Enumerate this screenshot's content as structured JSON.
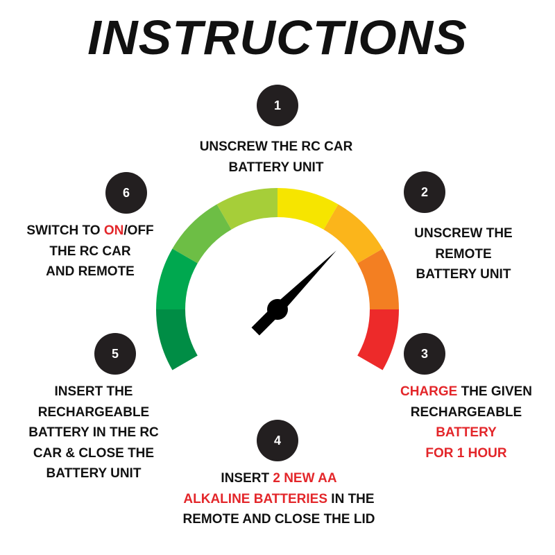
{
  "title": "INSTRUCTIONS",
  "colors": {
    "accent_red": "#e3262a",
    "gauge": [
      "#ed2a2a",
      "#f37f22",
      "#fbb51b",
      "#f6e500",
      "#a6ce39",
      "#6dbe45",
      "#00a84f",
      "#008d45"
    ]
  },
  "gauge_value_degrees": 45,
  "steps": [
    {
      "number": "1",
      "lines": [
        [
          {
            "t": "UNSCREW THE RC CAR"
          }
        ],
        [
          {
            "t": "BATTERY UNIT"
          }
        ]
      ]
    },
    {
      "number": "2",
      "lines": [
        [
          {
            "t": "UNSCREW THE"
          }
        ],
        [
          {
            "t": "REMOTE"
          }
        ],
        [
          {
            "t": "BATTERY UNIT"
          }
        ]
      ]
    },
    {
      "number": "3",
      "lines": [
        [
          {
            "t": "CHARGE",
            "red": true
          },
          {
            "t": " THE GIVEN"
          }
        ],
        [
          {
            "t": "RECHARGEABLE"
          }
        ],
        [
          {
            "t": "BATTERY",
            "red": true
          }
        ],
        [
          {
            "t": "FOR 1 HOUR",
            "red": true
          }
        ]
      ]
    },
    {
      "number": "4",
      "lines": [
        [
          {
            "t": "INSERT "
          },
          {
            "t": "2 NEW AA",
            "red": true
          }
        ],
        [
          {
            "t": "ALKALINE BATTERIES",
            "red": true
          },
          {
            "t": " IN THE"
          }
        ],
        [
          {
            "t": "REMOTE AND CLOSE THE LID"
          }
        ]
      ]
    },
    {
      "number": "5",
      "lines": [
        [
          {
            "t": "INSERT THE"
          }
        ],
        [
          {
            "t": "RECHARGEABLE"
          }
        ],
        [
          {
            "t": "BATTERY IN THE RC"
          }
        ],
        [
          {
            "t": "CAR & CLOSE THE"
          }
        ],
        [
          {
            "t": "BATTERY UNIT"
          }
        ]
      ]
    },
    {
      "number": "6",
      "lines": [
        [
          {
            "t": "SWITCH TO "
          },
          {
            "t": "ON",
            "red": true
          },
          {
            "t": "/OFF"
          }
        ],
        [
          {
            "t": "THE RC CAR"
          }
        ],
        [
          {
            "t": "AND REMOTE"
          }
        ]
      ]
    }
  ]
}
